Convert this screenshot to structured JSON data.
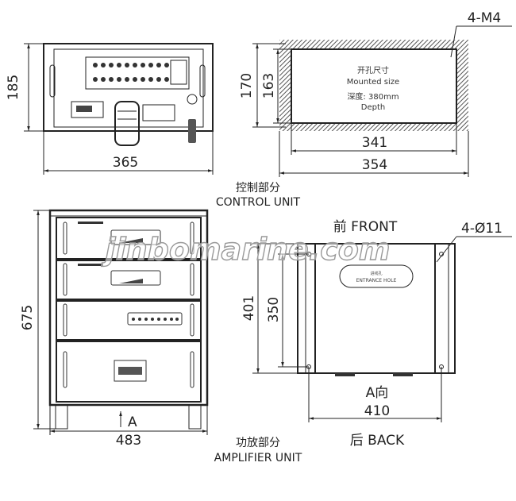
{
  "control_unit": {
    "label_cn": "控制部分",
    "label_en": "CONTROL UNIT",
    "height_dim": "185",
    "width_dim": "365"
  },
  "cutout": {
    "title_cn": "开孔尺寸",
    "title_en": "Mounted size",
    "depth_cn": "深度: 380mm",
    "depth_en": "Depth",
    "outer_height": "170",
    "inner_height": "163",
    "inner_width": "341",
    "outer_width": "354",
    "screws": "4-M4"
  },
  "amplifier_unit": {
    "label_cn": "功放部分",
    "label_en": "AMPLIFIER UNIT",
    "height_dim": "675",
    "width_dim": "483",
    "view_arrow": "A"
  },
  "base_view": {
    "front": "前 FRONT",
    "back": "后 BACK",
    "holes": "4-Ø11",
    "entrance_cn": "进线孔",
    "entrance_en": "ENTRANCE HOLE",
    "outer_depth": "401",
    "inner_depth": "350",
    "width_dim": "410",
    "view_label": "A向"
  },
  "watermark": "jinbomarine.com"
}
